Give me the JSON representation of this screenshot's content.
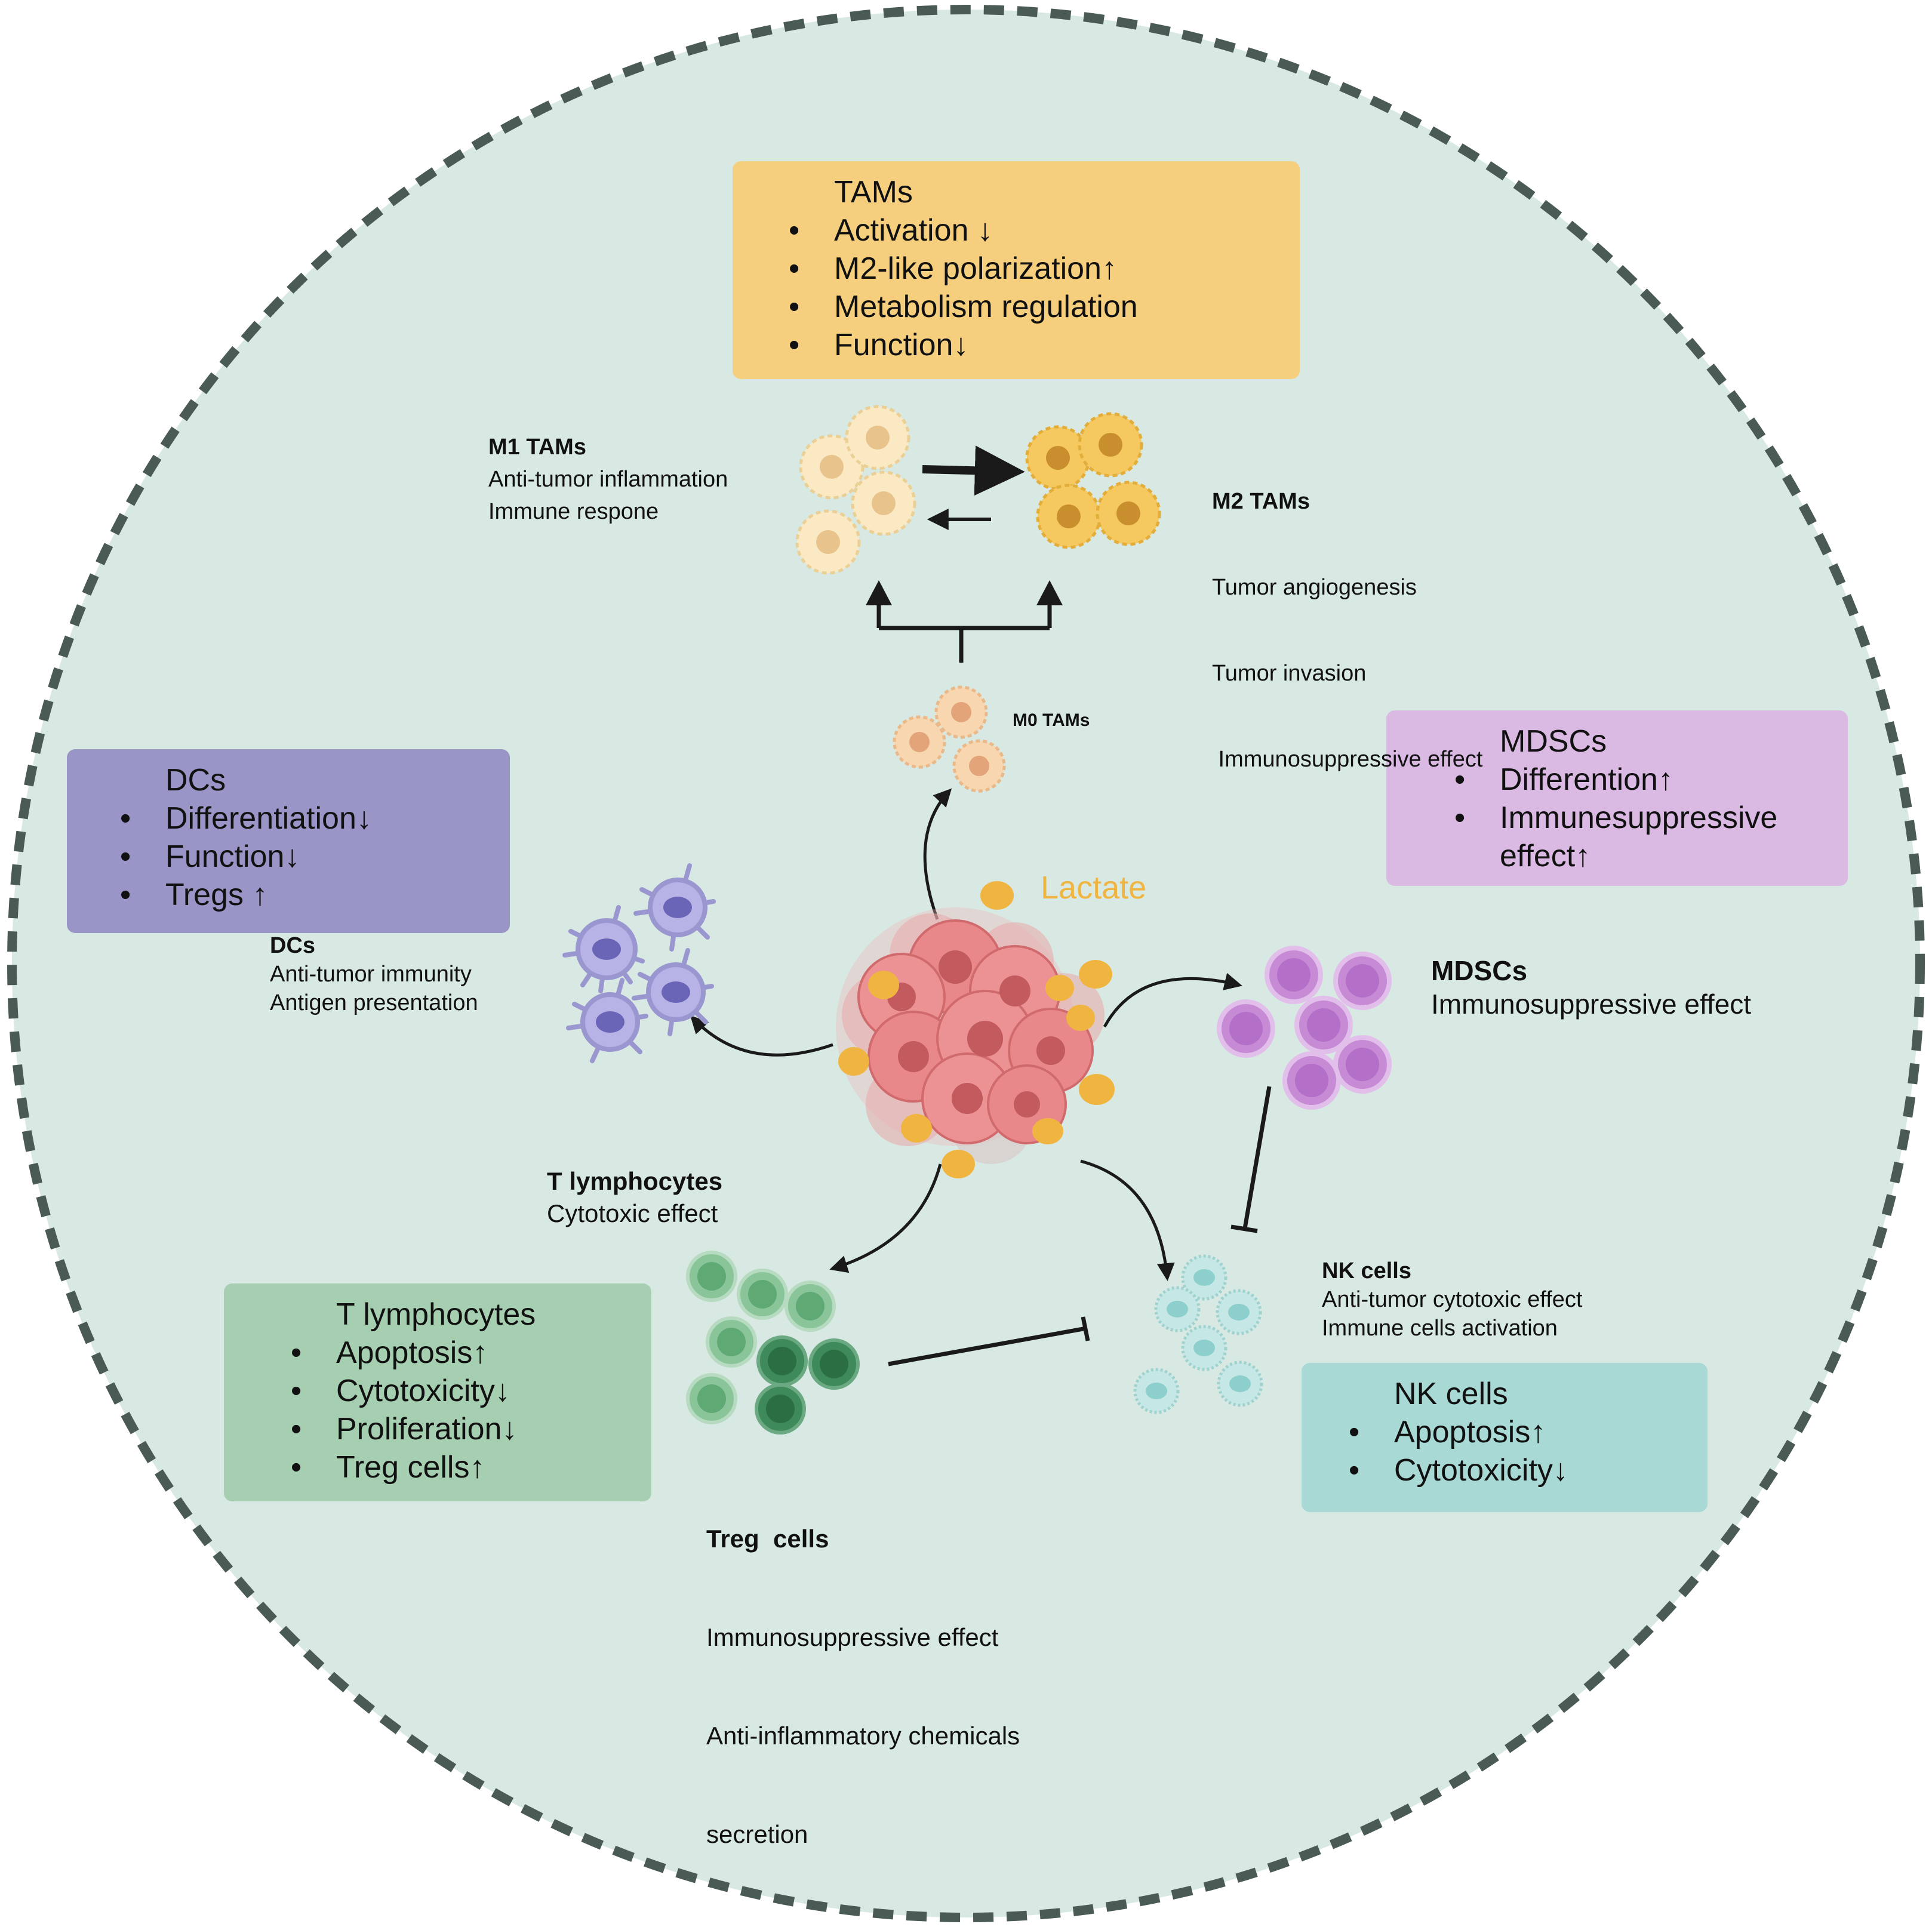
{
  "colors": {
    "background": "#d8e8e3",
    "border": "#4a5a55",
    "tams_box": "#f5cf7d",
    "dcs_box": "#9a95c7",
    "mdscs_box": "#dab9e3",
    "tlym_box": "#a6cfb1",
    "nk_box": "#a9d9d5",
    "lactate": "#f0b540",
    "tumor": "#e8888a"
  },
  "lactate_label": "Lactate",
  "tams_box": {
    "title": "TAMs",
    "items": [
      "Activation ↓",
      "M2-like polarization↑",
      "Metabolism regulation",
      "Function↓"
    ]
  },
  "dcs_box": {
    "title": "DCs",
    "items": [
      "Differentiation↓",
      "Function↓",
      "Tregs ↑"
    ]
  },
  "mdscs_box": {
    "title": "MDSCs",
    "items": [
      "Differention↑",
      "Immunesuppressive effect↑"
    ]
  },
  "tlym_box": {
    "title": "T lymphocytes",
    "items": [
      "Apoptosis↑",
      "Cytotoxicity↓",
      "Proliferation↓",
      "Treg cells↑"
    ]
  },
  "nk_box": {
    "title": "NK cells",
    "items": [
      "Apoptosis↑",
      "Cytotoxicity↓"
    ]
  },
  "labels": {
    "m1": {
      "title": "M1 TAMs",
      "lines": [
        "Anti-tumor inflammation",
        "Immune respone"
      ]
    },
    "m2": {
      "title": "M2 TAMs",
      "lines": [
        "Tumor angiogenesis",
        "Tumor invasion",
        " Immunosuppressive effect"
      ]
    },
    "m0": {
      "title": "M0 TAMs"
    },
    "dcs": {
      "title": "DCs",
      "lines": [
        "Anti-tumor immunity",
        "Antigen presentation"
      ]
    },
    "mdscs": {
      "title": "MDSCs",
      "lines": [
        "Immunosuppressive effect"
      ]
    },
    "tlym": {
      "title": "T lymphocytes",
      "lines": [
        "Cytotoxic effect"
      ]
    },
    "treg": {
      "title": "Treg  cells",
      "lines": [
        "Immunosuppressive effect",
        "Anti-inflammatory chemicals",
        "secretion"
      ]
    },
    "nk": {
      "title": "NK cells",
      "lines": [
        "Anti-tumor cytotoxic effect",
        "Immune cells activation"
      ]
    }
  }
}
